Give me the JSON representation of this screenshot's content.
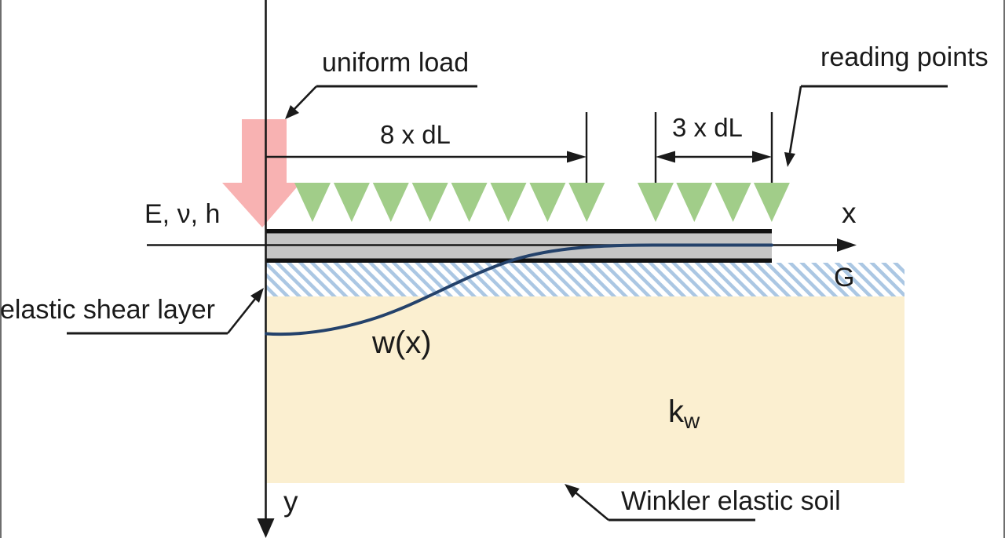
{
  "diagram": {
    "labels": {
      "uniform_load": "uniform load",
      "reading_points": "reading points",
      "left_span": "8 x dL",
      "right_span": "3 x dL",
      "plate_properties": "E, ν, h",
      "axis_x": "x",
      "axis_y": "y",
      "shear_modulus": "G",
      "deflection_curve": "w(x)",
      "winkler_base": "k",
      "winkler_sub": "w",
      "shear_layer": "elastic shear layer",
      "soil": "Winkler elastic soil"
    },
    "reading_points": {
      "left_group_count": 8,
      "right_group_count": 4
    },
    "colors": {
      "load_arrow": "#F8B2B2",
      "reading_point": "#A1CD89",
      "beam_fill": "#C5C5C5",
      "beam_border": "#111111",
      "shear_layer_hatch": "#ABC7E3",
      "soil_fill": "#FBEFD0",
      "deflection_curve": "#24426B",
      "line": "#1a1a1a"
    }
  }
}
